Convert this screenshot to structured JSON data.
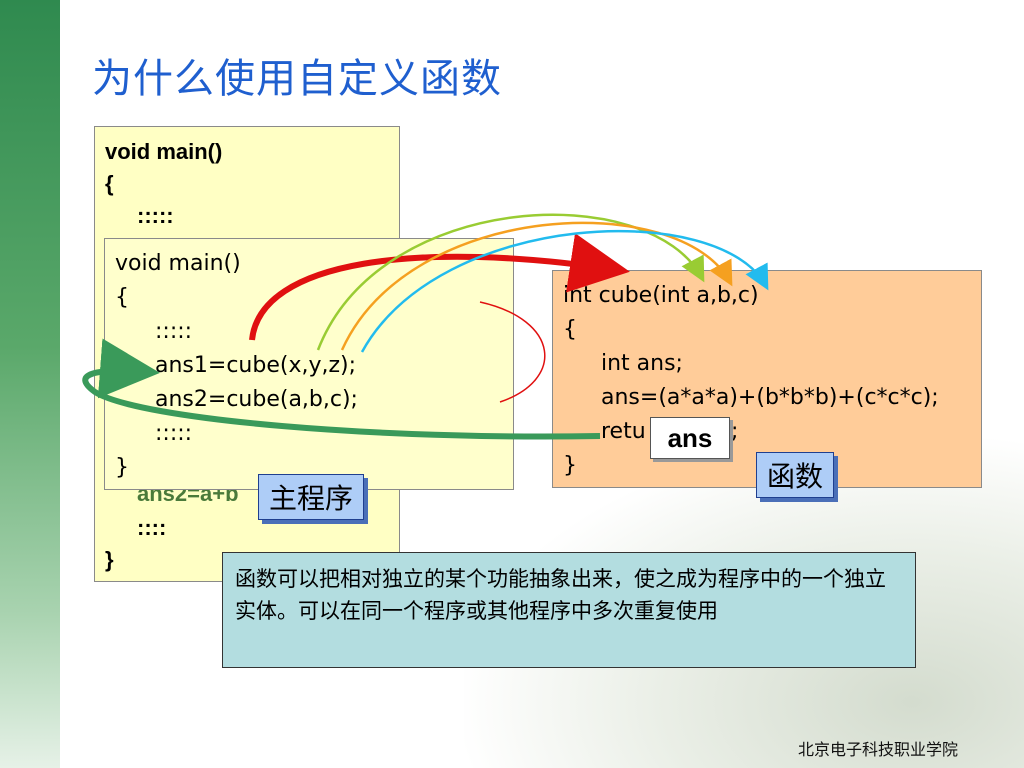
{
  "title": "为什么使用自定义函数",
  "back_code": {
    "line1": "void main()",
    "line2": "{",
    "line3": ":::::",
    "line4": "ans2=a+b",
    "line5": "::::",
    "line6": "}"
  },
  "main_code": {
    "line1": "void main()",
    "line2": "{",
    "line3": ":::::",
    "line4": "ans1=cube(x,y,z);",
    "line5": "ans2=cube(a,b,c);",
    "line6": ":::::",
    "line7": "}"
  },
  "func_code": {
    "line1": "int cube(int a,b,c)",
    "line2": "{",
    "line3": "int ans;",
    "line4": "ans=(a*a*a)+(b*b*b)+(c*c*c);",
    "line5": "retu",
    "line5_end": ";",
    "line6": "}"
  },
  "labels": {
    "main_program": "主程序",
    "function": "函数",
    "ans": "ans"
  },
  "note": "函数可以把相对独立的某个功能抽象出来，使之成为程序中的一个独立实体。可以在同一个程序或其他程序中多次重复使用",
  "footer": "北京电子科技职业学院",
  "colors": {
    "title": "#1f5fcf",
    "arrow_call": "#e01010",
    "arrow_return": "#3a9a5a",
    "arrow_x": "#99cc33",
    "arrow_y": "#f5a020",
    "arrow_z": "#22bbee"
  }
}
